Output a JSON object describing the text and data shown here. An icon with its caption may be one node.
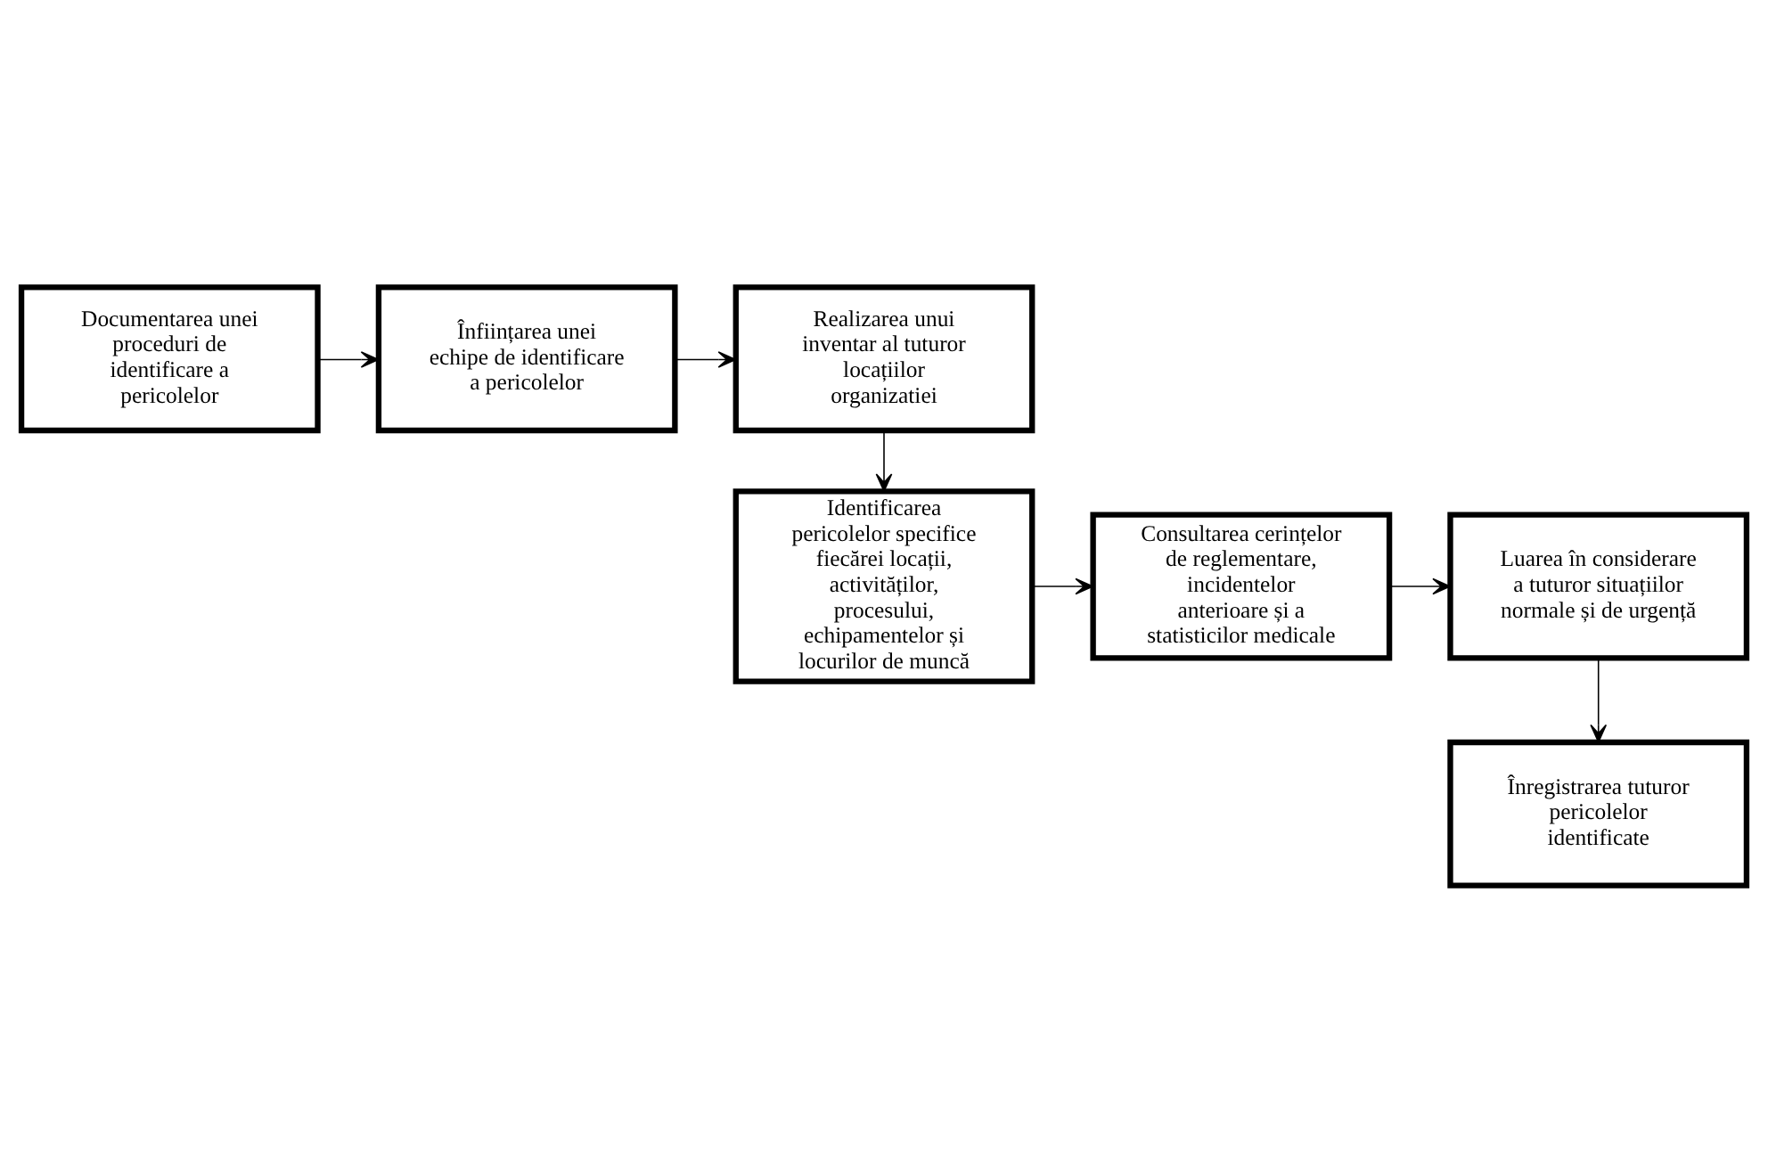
{
  "diagram": {
    "nodes": [
      {
        "text": [
          "Documentarea unei proceduri de identificare a pericolelor"
        ]
      },
      {
        "text": [
          "Înființarea unei echipe de identificare a pericolelor"
        ]
      },
      {
        "text": [
          "Realizarea unui inventar al tuturor locațiilor organizatiei"
        ]
      },
      {
        "text": [
          "Identificarea pericolelor specifice fiecărei locații, activităților, procesului, echipamentelor și locurilor de muncă"
        ]
      },
      {
        "text": [
          "Consultarea cerințelor de reglementare, incidentelor anterioare și a statisticilor medicale"
        ]
      },
      {
        "text": [
          "Luarea în considerare a tuturor situațiilor normale și de urgență"
        ]
      },
      {
        "text": [
          "Înregistrarea tuturor pericolelor identificate"
        ]
      }
    ],
    "edges": [
      {
        "from": 0,
        "to": 1,
        "arrow": "to"
      },
      {
        "from": 1,
        "to": 2,
        "arrow": "to"
      },
      {
        "from": 2,
        "to": 3,
        "arrow": "to"
      },
      {
        "from": 3,
        "to": 4,
        "arrow": "to"
      },
      {
        "from": 4,
        "to": 5,
        "arrow": "to"
      },
      {
        "from": 5,
        "to": 6,
        "arrow": "to"
      }
    ]
  }
}
